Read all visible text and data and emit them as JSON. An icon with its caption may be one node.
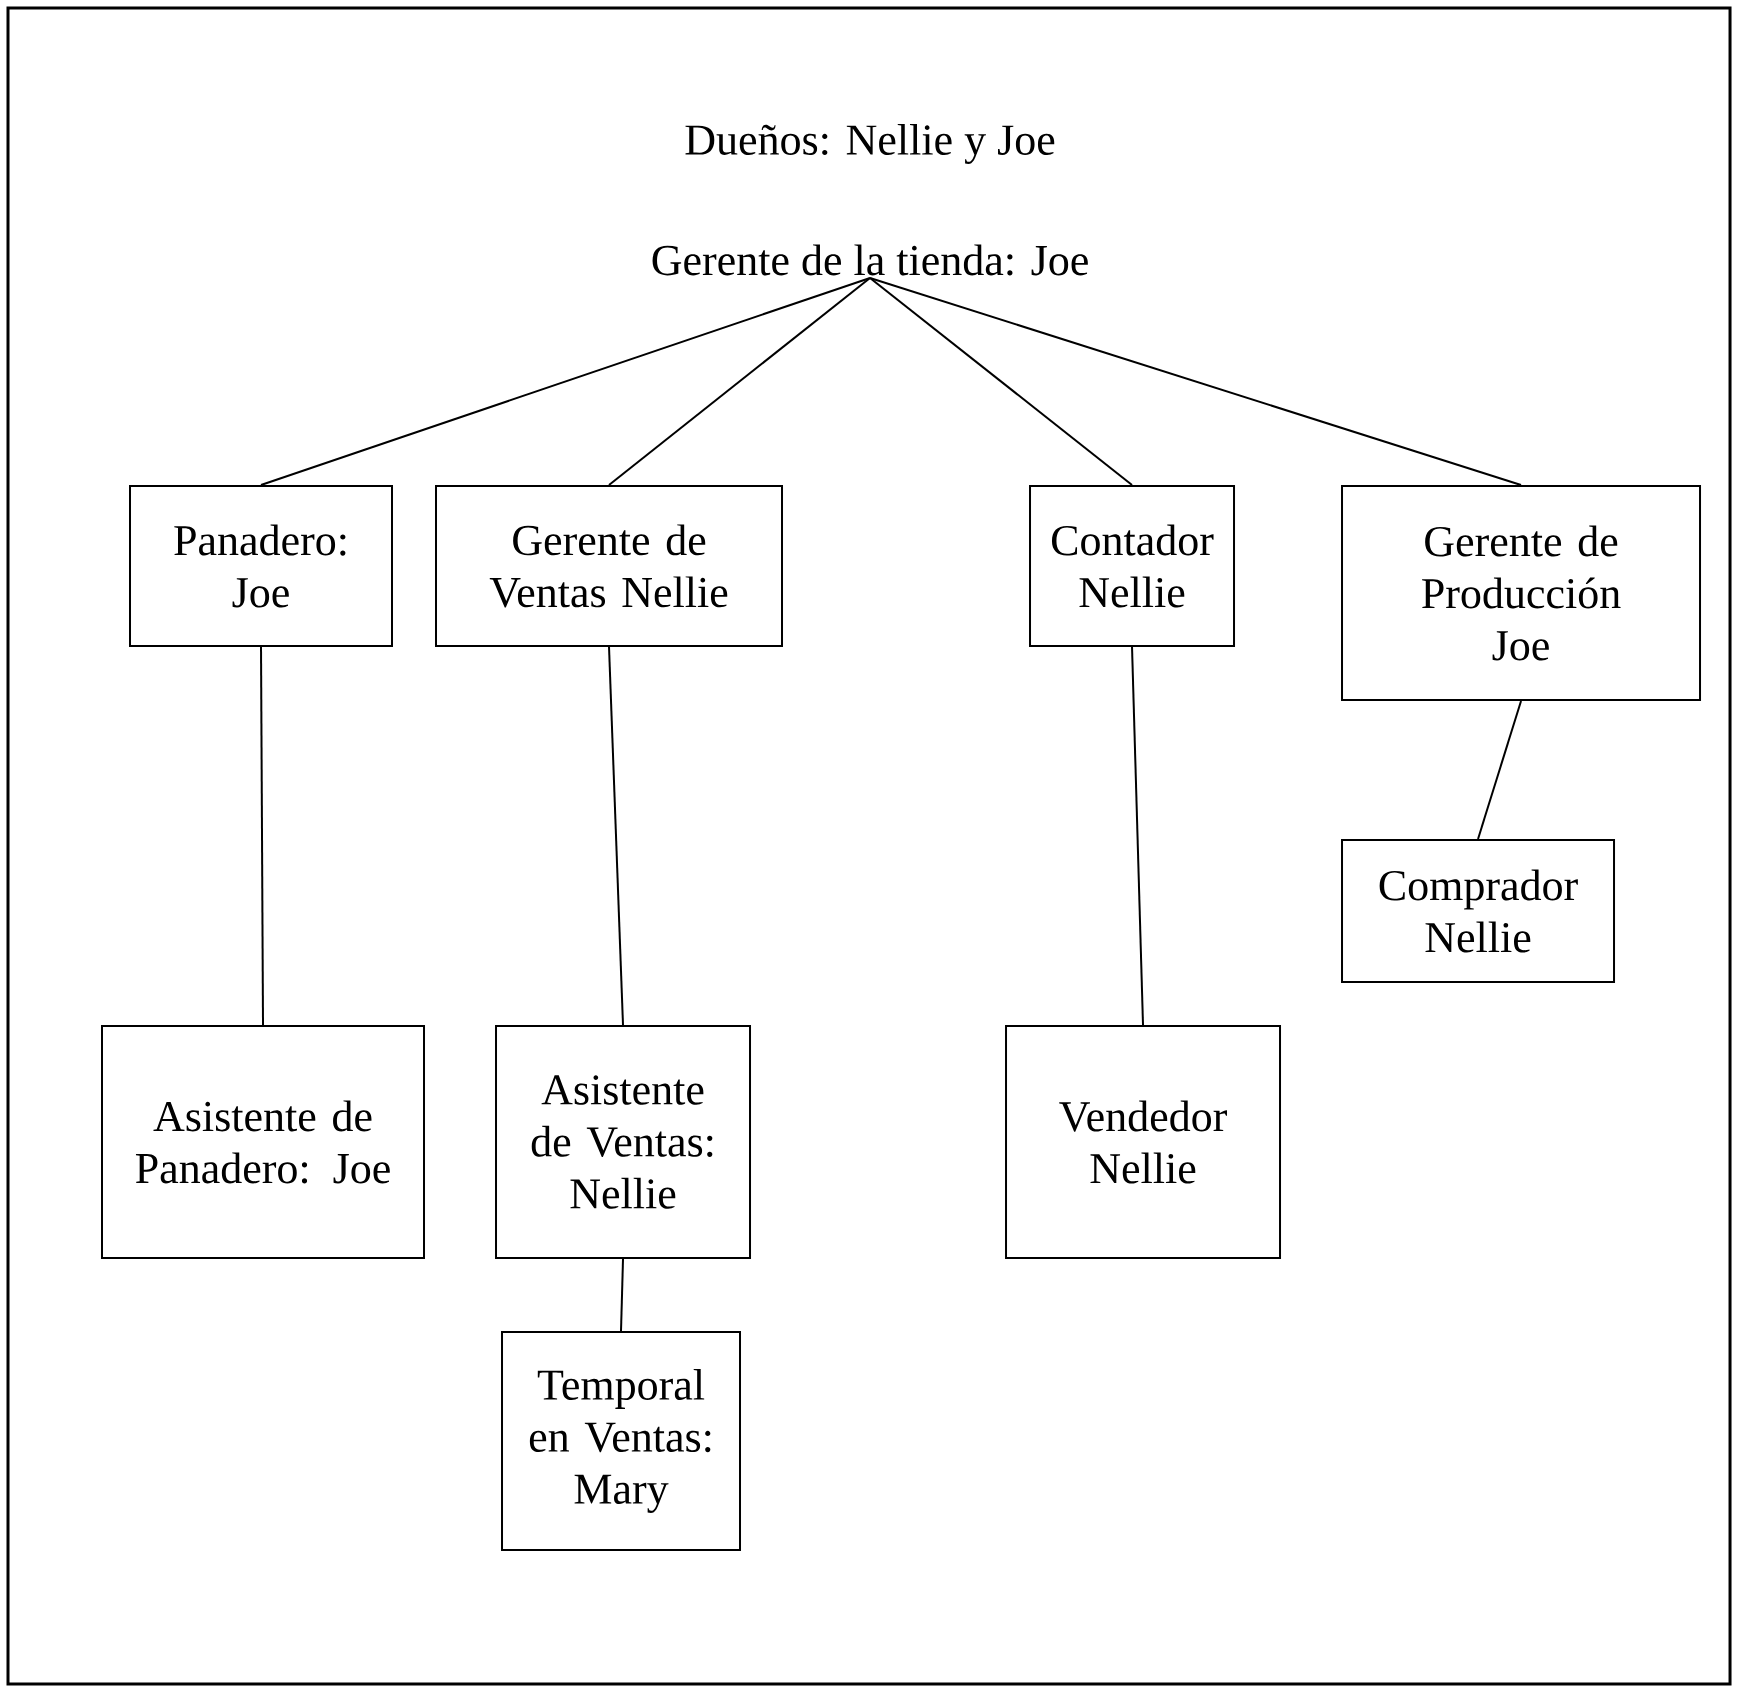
{
  "diagram": {
    "title": "Dueños: Nellie y Joe",
    "nodes": [
      {
        "text": [
          "Gerente de la tienda: Joe"
        ]
      },
      {
        "text": [
          "Panadero: Joe"
        ]
      },
      {
        "text": [
          "Gerente de Ventas Nellie"
        ]
      },
      {
        "text": [
          "Contador Nellie"
        ]
      },
      {
        "text": [
          "Gerente de Producción Joe"
        ]
      },
      {
        "text": [
          "Comprador Nellie"
        ]
      },
      {
        "text": [
          "Asistente de Panadero: Joe"
        ]
      },
      {
        "text": [
          "Asistente de Ventas: Nellie"
        ]
      },
      {
        "text": [
          "Vendedor Nellie"
        ]
      },
      {
        "text": [
          "Temporal en Ventas: Mary"
        ]
      }
    ],
    "edges": [
      {
        "from": 0,
        "to": 1,
        "arrow": "none"
      },
      {
        "from": 0,
        "to": 2,
        "arrow": "none"
      },
      {
        "from": 0,
        "to": 3,
        "arrow": "none"
      },
      {
        "from": 0,
        "to": 4,
        "arrow": "none"
      },
      {
        "from": 1,
        "to": 6,
        "arrow": "none"
      },
      {
        "from": 2,
        "to": 7,
        "arrow": "none"
      },
      {
        "from": 3,
        "to": 8,
        "arrow": "none"
      },
      {
        "from": 4,
        "to": 5,
        "arrow": "none"
      },
      {
        "from": 7,
        "to": 9,
        "arrow": "none"
      }
    ]
  }
}
